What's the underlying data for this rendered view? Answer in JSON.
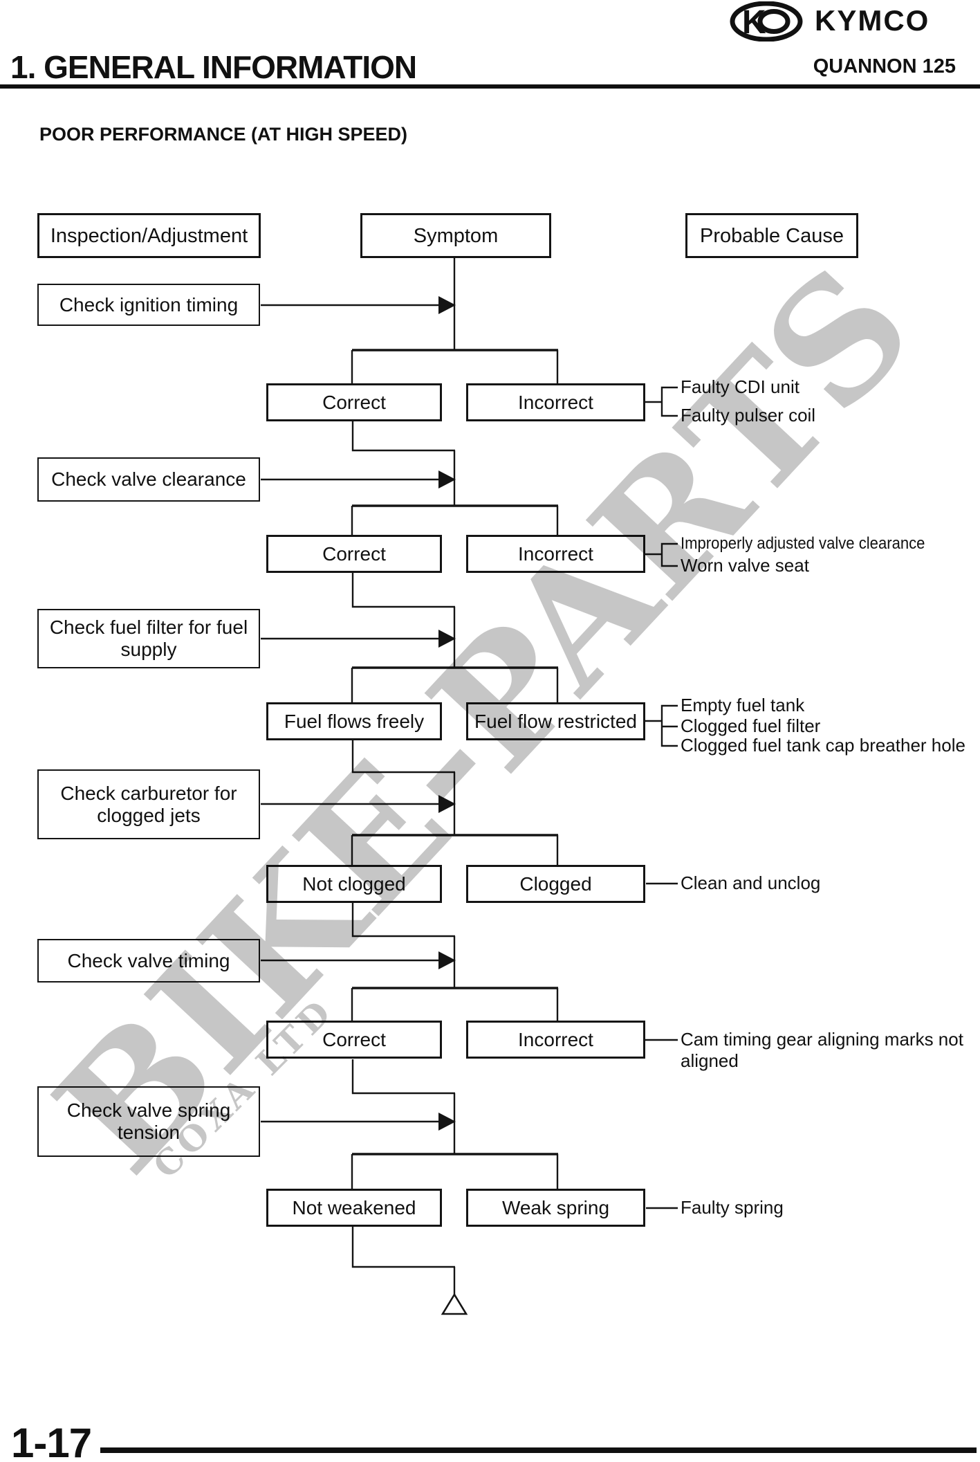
{
  "header": {
    "section_title": "1. GENERAL INFORMATION",
    "brand": "KYMCO",
    "model": "QUANNON 125"
  },
  "subtitle": "POOR PERFORMANCE (AT HIGH SPEED)",
  "watermark": {
    "big": "BIKE-PARTS",
    "small": "COXA LTD"
  },
  "flowchart": {
    "columns": {
      "inspection": "Inspection/Adjustment",
      "symptom": "Symptom",
      "cause": "Probable Cause"
    },
    "rows": [
      {
        "inspection": "Check ignition timing",
        "left": "Correct",
        "right": "Incorrect",
        "causes": [
          "Faulty CDI unit",
          "Faulty pulser coil"
        ]
      },
      {
        "inspection": "Check valve clearance",
        "left": "Correct",
        "right": "Incorrect",
        "causes": [
          "Improperly adjusted valve clearance",
          "Worn valve seat"
        ]
      },
      {
        "inspection": "Check fuel filter for fuel supply",
        "left": "Fuel flows freely",
        "right": "Fuel flow restricted",
        "causes": [
          "Empty fuel tank",
          "Clogged fuel filter",
          "Clogged fuel tank cap breather hole"
        ]
      },
      {
        "inspection": "Check carburetor for clogged jets",
        "left": "Not clogged",
        "right": "Clogged",
        "causes": [
          "Clean and unclog"
        ]
      },
      {
        "inspection": "Check valve timing",
        "left": "Correct",
        "right": "Incorrect",
        "causes": [
          "Cam timing gear aligning marks not aligned"
        ]
      },
      {
        "inspection": "Check valve spring tension",
        "left": "Not weakened",
        "right": "Weak spring",
        "causes": [
          "Faulty spring"
        ]
      }
    ]
  },
  "footer": {
    "page_number": "1-17"
  },
  "colors": {
    "ink": "#111111",
    "watermark": "#c6c6c6"
  }
}
